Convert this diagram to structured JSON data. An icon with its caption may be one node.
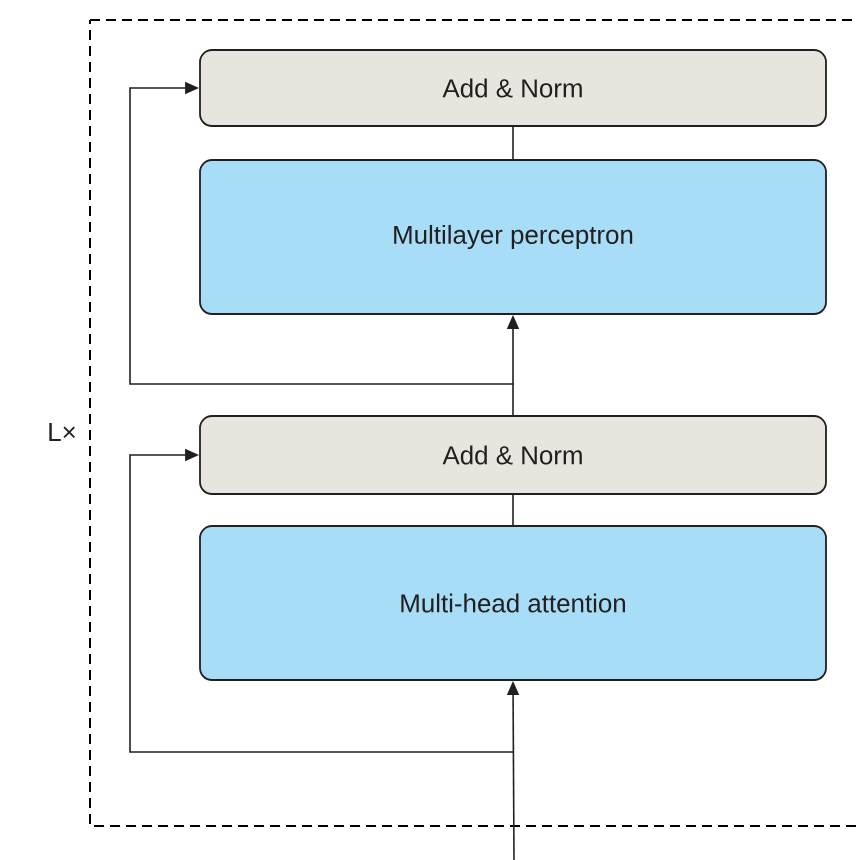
{
  "diagram": {
    "nodes": [
      {
        "text": [
          "Add & Norm"
        ]
      },
      {
        "text": [
          "Multilayer perceptron"
        ]
      },
      {
        "text": [
          "Add & Norm"
        ]
      },
      {
        "text": [
          "Multi-head attention"
        ]
      }
    ],
    "edges": [
      {
        "from": 3,
        "to": 2,
        "arrow": "none"
      },
      {
        "from": 2,
        "to": 1,
        "arrow": "to"
      },
      {
        "from": 1,
        "to": 0,
        "arrow": "none"
      },
      {
        "from": null,
        "to": 3,
        "arrow": "to"
      },
      {
        "from": null,
        "to": 2,
        "arrow": "to"
      },
      {
        "from": null,
        "to": 0,
        "arrow": "to"
      }
    ],
    "labels": [
      "L×"
    ]
  }
}
